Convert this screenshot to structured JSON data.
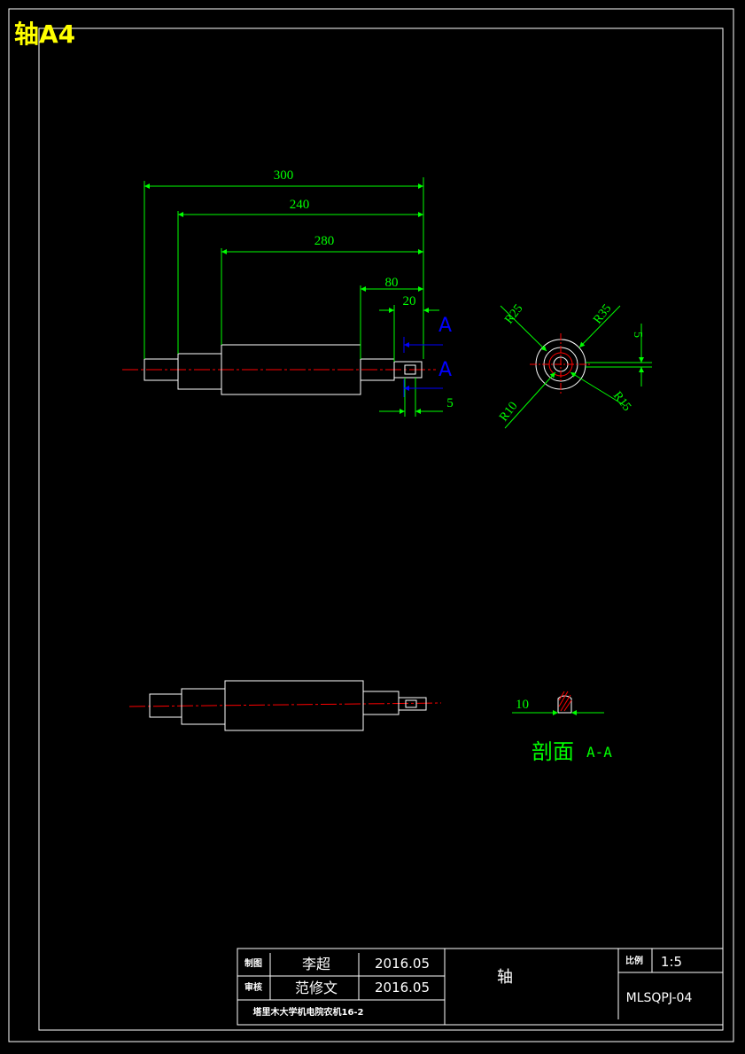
{
  "sheet": {
    "label": "轴A4"
  },
  "colors": {
    "outline": "#ffffff",
    "dimension": "#00ff00",
    "centerline": "#ff0000",
    "section_marker": "#0000ff",
    "sheet_label": "#ffff00"
  },
  "front_view": {
    "dimensions": {
      "overall": "300",
      "second": "240",
      "third": "280",
      "fourth": "80",
      "fifth": "20",
      "keyway_width": "5"
    },
    "section_letter_top": "A",
    "section_letter_bottom": "A"
  },
  "end_view": {
    "radii": {
      "r25": "R25",
      "r35": "R35",
      "r10": "R10",
      "r15": "R15"
    },
    "offset": "5"
  },
  "section": {
    "dimension": "10",
    "title": "剖面",
    "name": "A-A"
  },
  "title_block": {
    "role_drafter": "制图",
    "drafter": "李超",
    "date_drafter": "2016.05",
    "role_reviewer": "审核",
    "reviewer": "范修文",
    "date_reviewer": "2016.05",
    "part_name": "轴",
    "scale_label": "比例",
    "scale": "1:5",
    "drawing_no": "MLSQPJ-04",
    "school": "塔里木大学机电院农机16-2"
  }
}
